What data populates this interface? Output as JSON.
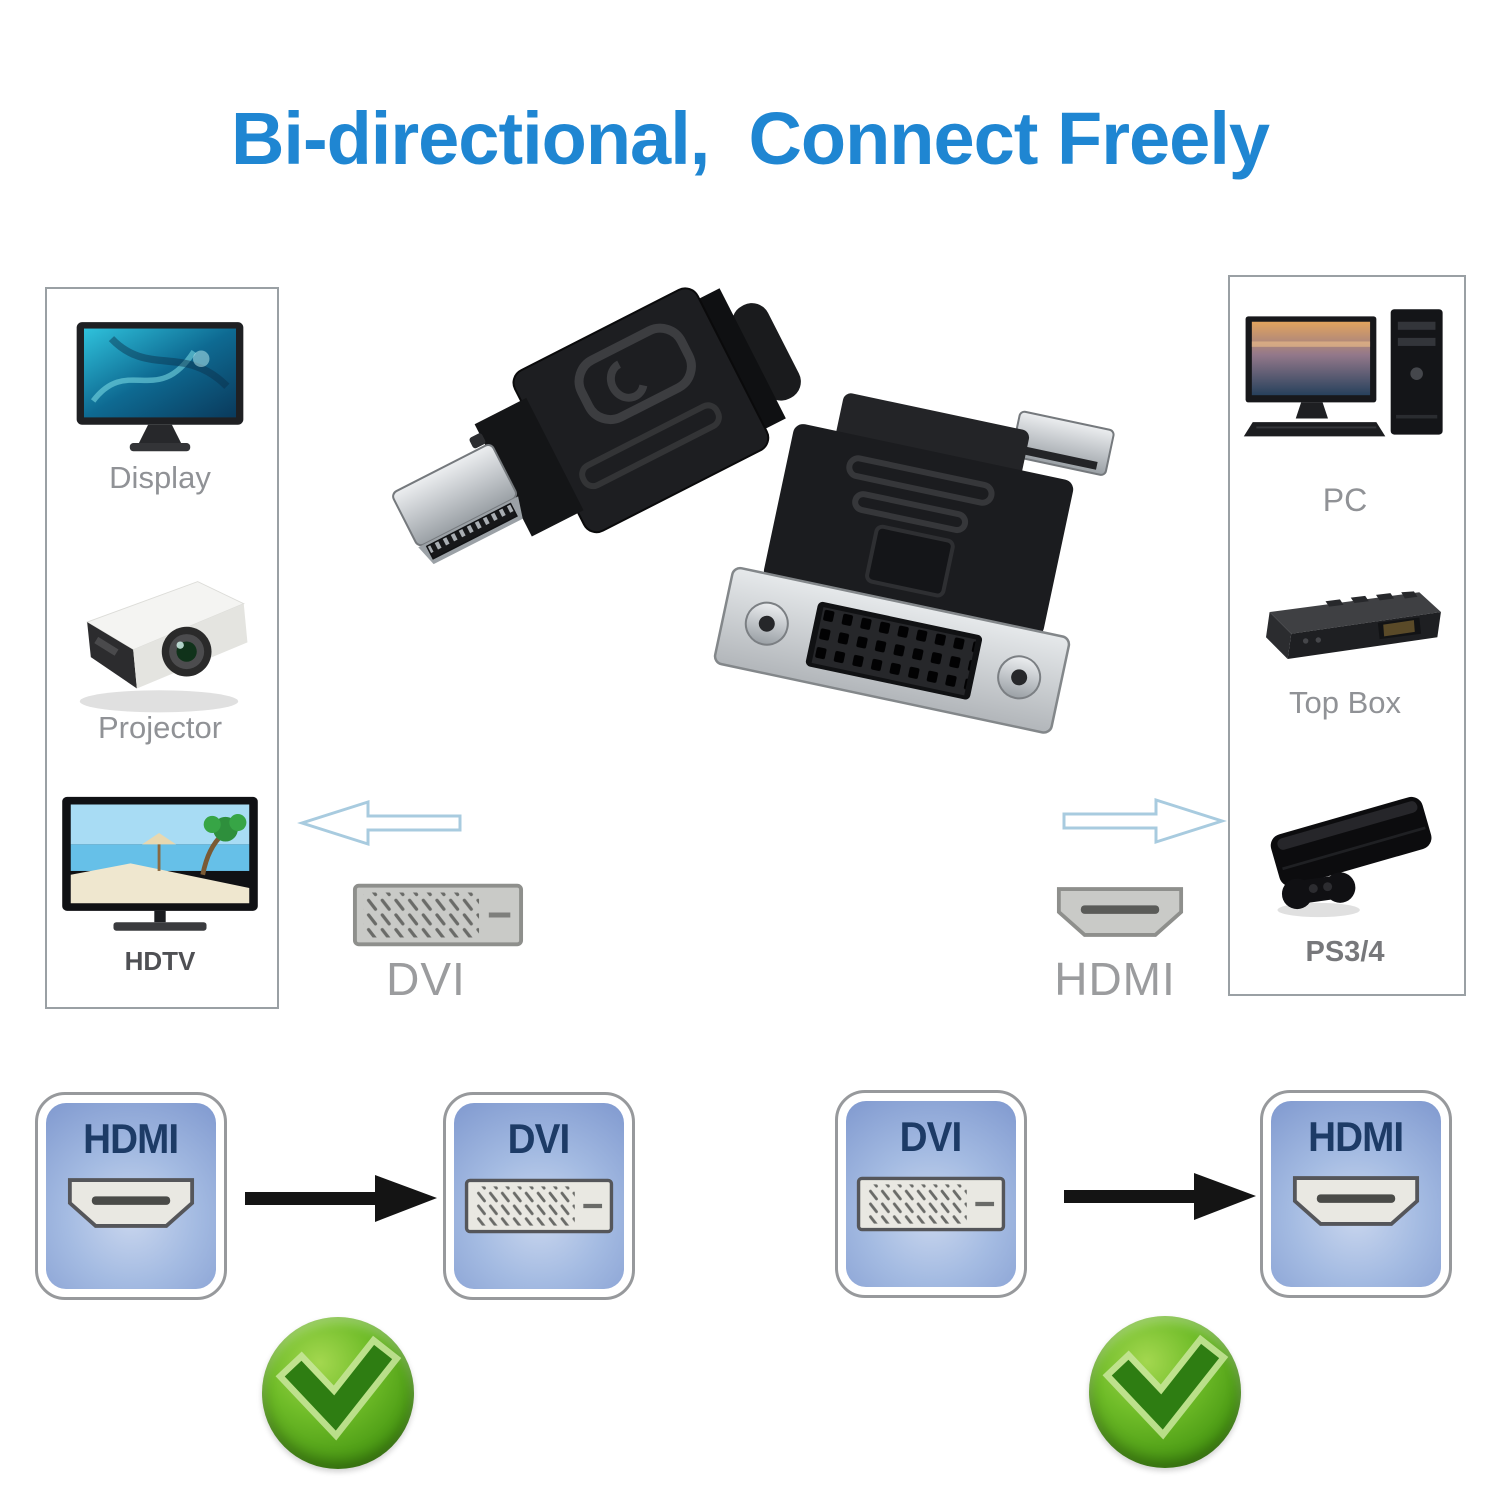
{
  "title": {
    "text": "Bi-directional,  Connect Freely"
  },
  "colors": {
    "title_blue": "#1f86d2",
    "device_label_gray": "#909296",
    "badge_navy": "#1d3b66",
    "check_green": "#4a9a14",
    "outline_arrow_blue": "#a8cbdf",
    "flow_arrow_black": "#141414"
  },
  "left_panel": {
    "devices": [
      {
        "label": "Display",
        "icon": "display-monitor-image"
      },
      {
        "label": "Projector",
        "icon": "projector-image"
      },
      {
        "label": "HDTV",
        "icon": "hdtv-image"
      }
    ]
  },
  "right_panel": {
    "devices": [
      {
        "label": "PC",
        "icon": "desktop-pc-image"
      },
      {
        "label": "Top Box",
        "icon": "set-top-box-image"
      },
      {
        "label": "PS3/4",
        "icon": "game-console-image"
      }
    ]
  },
  "adapters": [
    {
      "name": "hdmi-male-to-dvi-adapter-photo"
    },
    {
      "name": "dvi-female-to-hdmi-adapter-photo"
    }
  ],
  "middle": {
    "left_arrow_icon": "arrow-left-outline-icon",
    "right_arrow_icon": "arrow-right-outline-icon",
    "left_connector": {
      "label": "DVI",
      "icon": "dvi-connector-icon"
    },
    "right_connector": {
      "label": "HDMI",
      "icon": "hdmi-connector-icon"
    }
  },
  "bottom_flows": [
    {
      "from": "HDMI",
      "to": "DVI",
      "arrow_icon": "arrow-right-black-icon",
      "status_icon": "green-check-icon"
    },
    {
      "from": "DVI",
      "to": "HDMI",
      "arrow_icon": "arrow-right-black-icon",
      "status_icon": "green-check-icon"
    }
  ]
}
